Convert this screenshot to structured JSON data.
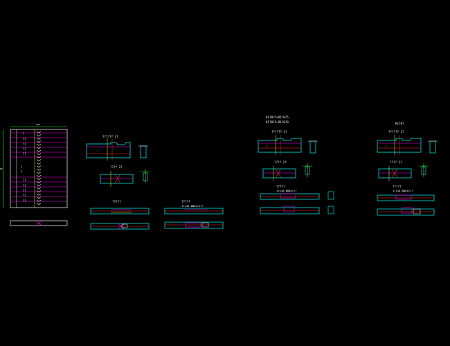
{
  "colors": {
    "background": "#000000",
    "outline": "#ffffff",
    "section": "#00ffff",
    "magenta": "#ff00ff",
    "red": "#ff3030",
    "green": "#00ff00",
    "yellow": "#ffff00",
    "text": "#ffffff"
  },
  "left_panel": {
    "top_dim": "480",
    "side_dim": "80",
    "rows": [
      "?",
      "??",
      "??",
      "??",
      "??",
      "",
      "",
      "?",
      "?",
      "",
      "??",
      "??",
      "??",
      "??",
      "??"
    ]
  },
  "group1": {
    "detail_a_label": "?????? 1?",
    "detail_b_label": "???? 2?",
    "detail_c_label": "?????",
    "detail_d_label": "?????",
    "detail_d_sub": "1?x16,888x=x??"
  },
  "group2": {
    "header_1": "R1?0?5~R1?0?5",
    "header_2": "R1?0?5~R1?0?0",
    "detail_a_label": "?????? 1?",
    "detail_b_label": "???? 2?",
    "detail_c_label": "?????",
    "detail_c_sub": "1?x16,888x=??"
  },
  "group3": {
    "header_1": "R1?0?",
    "detail_a_label": "?????? 1?",
    "detail_b_label": "???? 2?",
    "detail_c_label": "?????",
    "detail_c_sub": "1?x16,888x=??"
  }
}
